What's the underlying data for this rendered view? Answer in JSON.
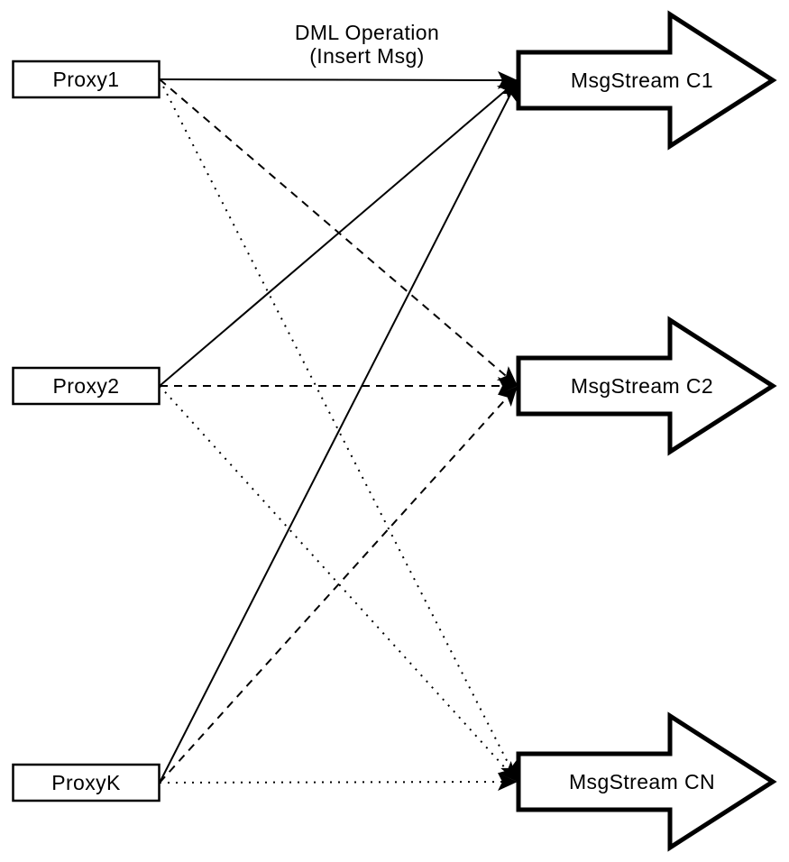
{
  "colors": {
    "ink": "#000000",
    "background": "#ffffff"
  },
  "annotation": {
    "line1": "DML Operation",
    "line2": "(Insert Msg)"
  },
  "proxies": [
    {
      "id": "proxy1",
      "label": "Proxy1"
    },
    {
      "id": "proxy2",
      "label": "Proxy2"
    },
    {
      "id": "proxyk",
      "label": "ProxyK"
    }
  ],
  "streams": [
    {
      "id": "c1",
      "label": "MsgStream C1"
    },
    {
      "id": "c2",
      "label": "MsgStream C2"
    },
    {
      "id": "cn",
      "label": "MsgStream CN"
    }
  ],
  "edges": [
    {
      "from": "proxy1",
      "to": "c1",
      "style": "solid"
    },
    {
      "from": "proxy1",
      "to": "c2",
      "style": "dashed"
    },
    {
      "from": "proxy1",
      "to": "cn",
      "style": "dotted"
    },
    {
      "from": "proxy2",
      "to": "c1",
      "style": "solid"
    },
    {
      "from": "proxy2",
      "to": "c2",
      "style": "dashed"
    },
    {
      "from": "proxy2",
      "to": "cn",
      "style": "dotted"
    },
    {
      "from": "proxyk",
      "to": "c1",
      "style": "solid"
    },
    {
      "from": "proxyk",
      "to": "c2",
      "style": "dashed"
    },
    {
      "from": "proxyk",
      "to": "cn",
      "style": "dotted"
    }
  ]
}
